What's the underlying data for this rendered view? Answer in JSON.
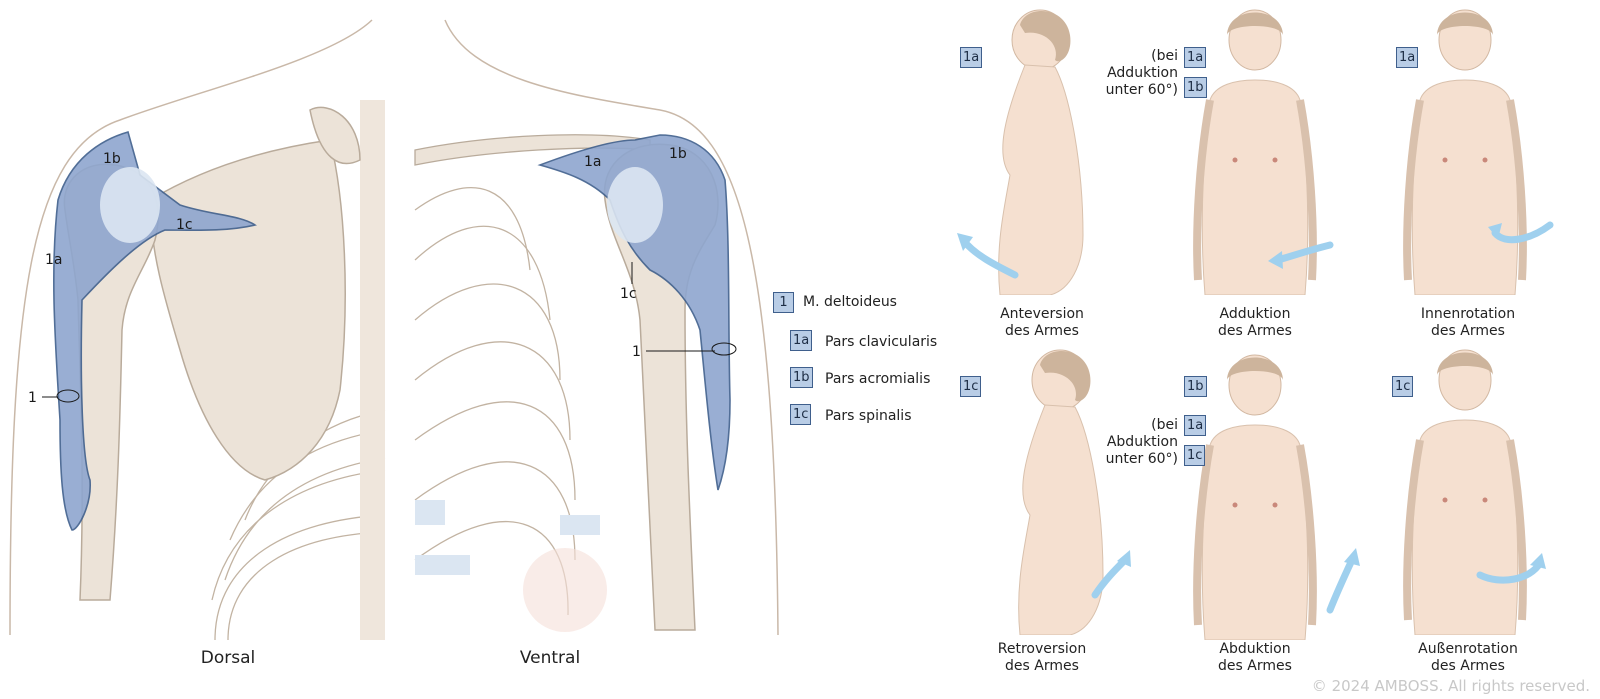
{
  "views": {
    "dorsal": {
      "title": "Dorsal"
    },
    "ventral": {
      "title": "Ventral"
    }
  },
  "muscle_labels": {
    "dorsal": [
      "1b",
      "1c",
      "1a",
      "1"
    ],
    "ventral": [
      "1a",
      "1b",
      "1c",
      "1"
    ]
  },
  "legend": {
    "main": {
      "code": "1",
      "text": "M. deltoideus"
    },
    "parts": [
      {
        "code": "1a",
        "text": "Pars clavicularis"
      },
      {
        "code": "1b",
        "text": "Pars acromialis"
      },
      {
        "code": "1c",
        "text": "Pars spinalis"
      }
    ]
  },
  "movements": [
    {
      "badges": [
        "1a"
      ],
      "condition": [],
      "caption": [
        "Anteversion",
        "des Armes"
      ]
    },
    {
      "badges": [
        "1a",
        "1b"
      ],
      "condition": [
        "(bei",
        "Adduktion",
        "unter 60°)"
      ],
      "caption": [
        "Adduktion",
        "des Armes"
      ]
    },
    {
      "badges": [
        "1a"
      ],
      "condition": [],
      "caption": [
        "Innenrotation",
        "des Armes"
      ]
    },
    {
      "badges": [
        "1c"
      ],
      "condition": [],
      "caption": [
        "Retroversion",
        "des Armes"
      ]
    },
    {
      "badges": [
        "1b",
        "1a",
        "1c"
      ],
      "condition": [
        "(bei",
        "Abduktion",
        "unter 60°)"
      ],
      "caption": [
        "Abduktion",
        "des Armes"
      ]
    },
    {
      "badges": [
        "1c"
      ],
      "condition": [],
      "caption": [
        "Außenrotation",
        "des Armes"
      ]
    }
  ],
  "copyright": "© 2024 AMBOSS. All rights reserved.",
  "colors": {
    "bone": "#ece3d8",
    "bone_outline": "#b9ab9b",
    "muscle": "#8ea6cf",
    "muscle_outline": "#3f5f8c",
    "skin": "#f5e0d0",
    "hair": "#cdb49c",
    "arrow": "#9fd0ee",
    "badge": "#b9cde6"
  }
}
